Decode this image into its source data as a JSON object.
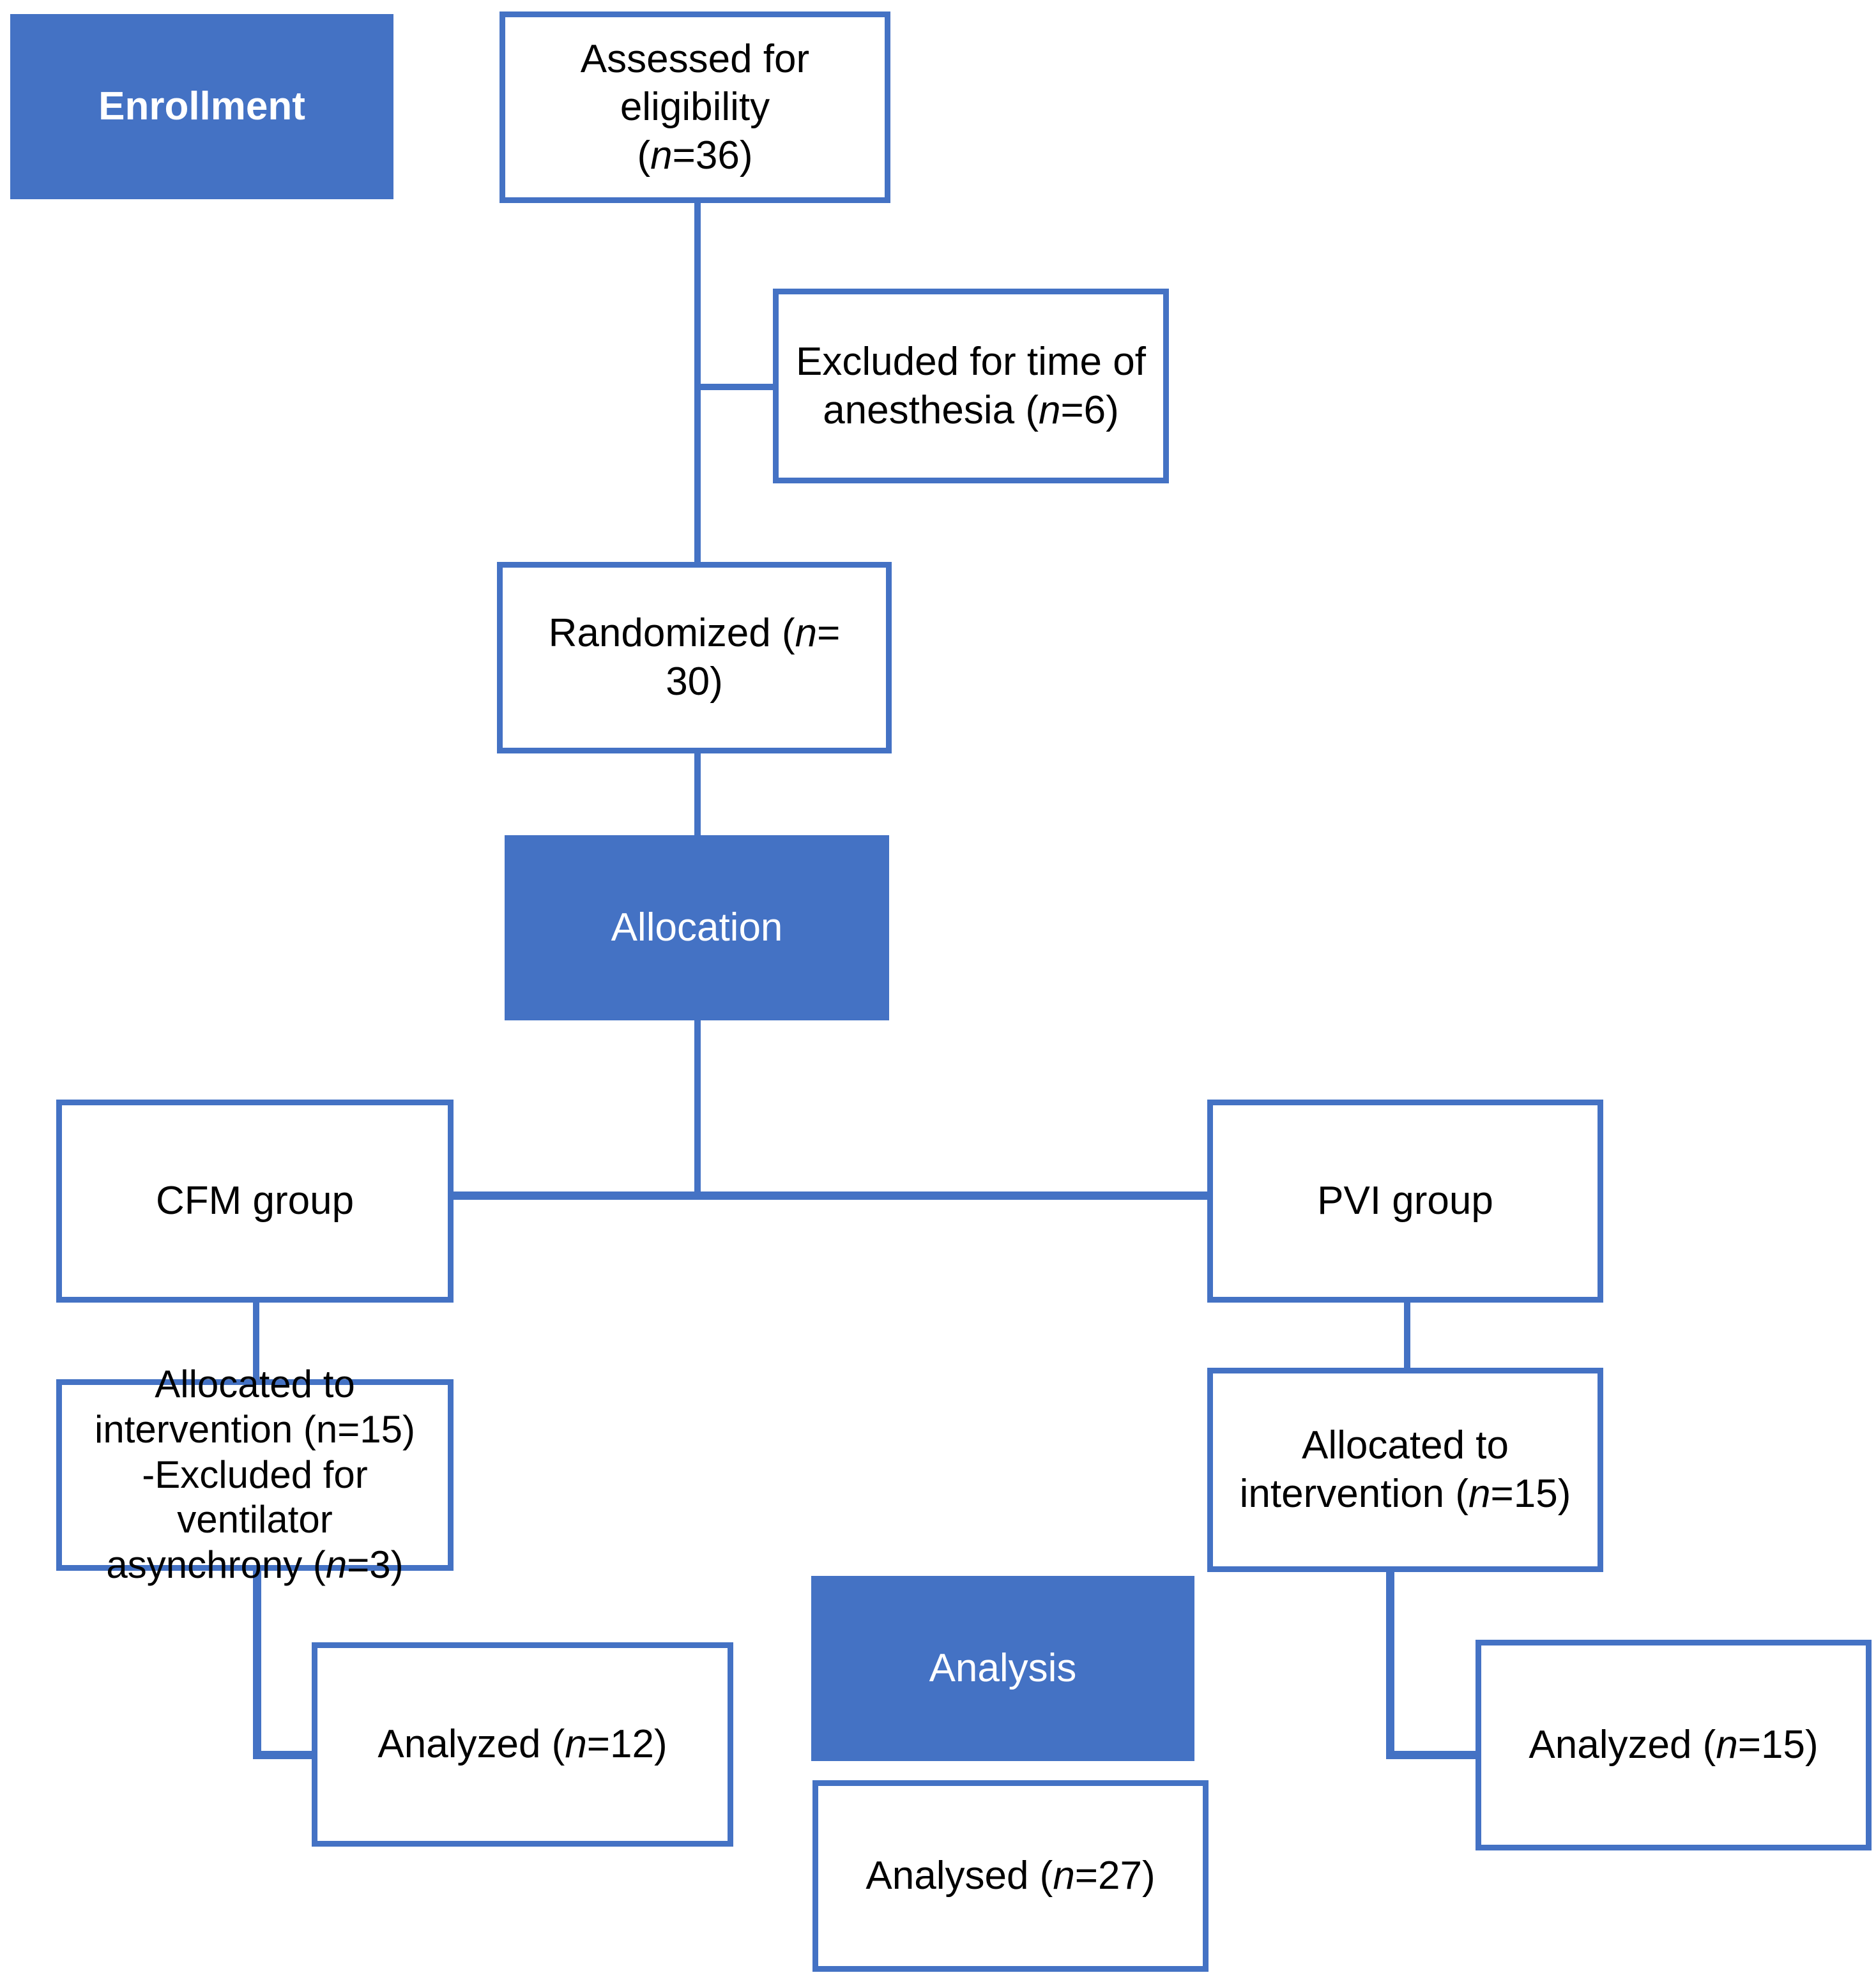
{
  "diagram": {
    "title": "CONSORT participant flow diagram",
    "accent_color": "#4472C4",
    "box_border_color": "#4472C4",
    "box_fill_color": "#FFFFFF",
    "banner_text_color": "#FFFFFF",
    "body_text_color": "#000000"
  },
  "banners": [
    {
      "id": "enrollment",
      "label": "Enrollment",
      "bold": true
    },
    {
      "id": "allocation",
      "label": "Allocation",
      "bold": false
    },
    {
      "id": "analysis",
      "label": "Analysis",
      "bold": false
    }
  ],
  "nodes": {
    "assessed": {
      "line1": "Assessed for eligibility",
      "n_label": "n",
      "line2_pre": "(",
      "line2_post": "=36)",
      "n_value": 36
    },
    "excluded_anesthesia": {
      "line1": "Excluded for time of",
      "line2_pre": "anesthesia (",
      "n_label": "n",
      "line2_post": "=6)",
      "n_value": 6
    },
    "randomized": {
      "pre": "Randomized (",
      "n_label": "n",
      "post": "= 30)",
      "n_value": 30
    },
    "cfm_group": {
      "label": "CFM group"
    },
    "pvi_group": {
      "label": "PVI group"
    },
    "cfm_allocated": {
      "line1": "Allocated to",
      "line2": "intervention (n=15)",
      "line3": "-Excluded for ventilator",
      "line4_pre": "asynchrony (",
      "n_label": "n",
      "line4_post": "=3)",
      "n_allocated": 15,
      "n_excluded": 3
    },
    "pvi_allocated": {
      "line1": "Allocated to",
      "line2_pre": "intervention (",
      "n_label": "n",
      "line2_post": "=15)",
      "n_value": 15
    },
    "cfm_analyzed": {
      "pre": "Analyzed (",
      "n_label": "n",
      "post": "=12)",
      "n_value": 12
    },
    "pvi_analyzed": {
      "pre": "Analyzed (",
      "n_label": "n",
      "post": "=15)",
      "n_value": 15
    },
    "total_analysed": {
      "pre": "Analysed (",
      "n_label": "n",
      "post": "=27)",
      "n_value": 27
    }
  }
}
